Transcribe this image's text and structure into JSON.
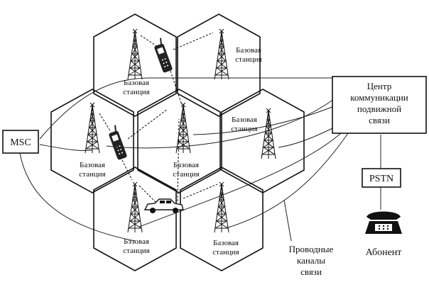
{
  "base_station_label": [
    "Базовая",
    "станция"
  ],
  "base_station_label_variant": [
    "Бэзовая",
    "станция"
  ],
  "center": {
    "lines": [
      "Центр",
      "коммуникации",
      "подвижной",
      "связи"
    ]
  },
  "msc": "MSC",
  "pstn": "PSTN",
  "subscriber": "Абонент",
  "wired_channels": [
    "Проводные",
    "каналы",
    "связи"
  ]
}
